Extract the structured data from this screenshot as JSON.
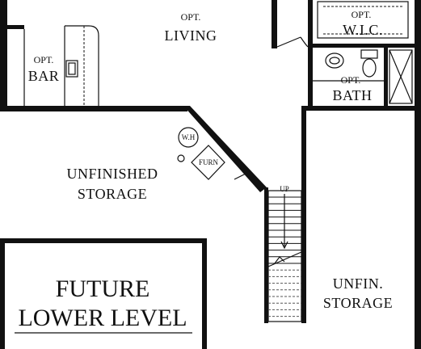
{
  "rooms": {
    "living": {
      "prefix": "OPT.",
      "name": "LIVING"
    },
    "bar": {
      "prefix": "OPT.",
      "name": "BAR"
    },
    "wic": {
      "prefix": "OPT.",
      "name": "W.I.C."
    },
    "bath": {
      "prefix": "OPT.",
      "name": "BATH"
    },
    "unfinished_storage": {
      "line1": "UNFINISHED",
      "line2": "STORAGE"
    },
    "unfin_storage": {
      "line1": "UNFIN.",
      "line2": "STORAGE"
    },
    "future_lower_level": {
      "line1": "FUTURE",
      "line2": "LOWER LEVEL"
    }
  },
  "fixtures": {
    "water_heater": "W.H",
    "furnace": "FURN"
  },
  "stairs": {
    "direction_label": "UP"
  },
  "colors": {
    "ink": "#111111",
    "paper": "#ffffff"
  }
}
